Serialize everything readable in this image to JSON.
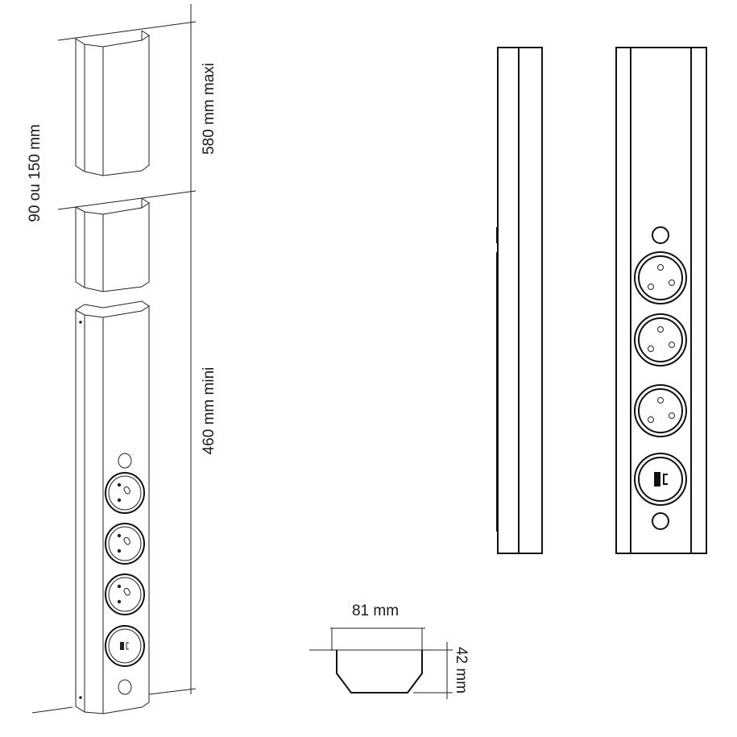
{
  "dimensions": {
    "max_height": "580 mm maxi",
    "min_height": "460 mm mini",
    "extension_height": "90 ou 150 mm",
    "width": "81 mm",
    "depth": "42 mm"
  },
  "views": [
    "perspective-view",
    "side-view",
    "front-view",
    "cross-section"
  ],
  "colors": {
    "line": "#222222",
    "background": "#ffffff"
  }
}
